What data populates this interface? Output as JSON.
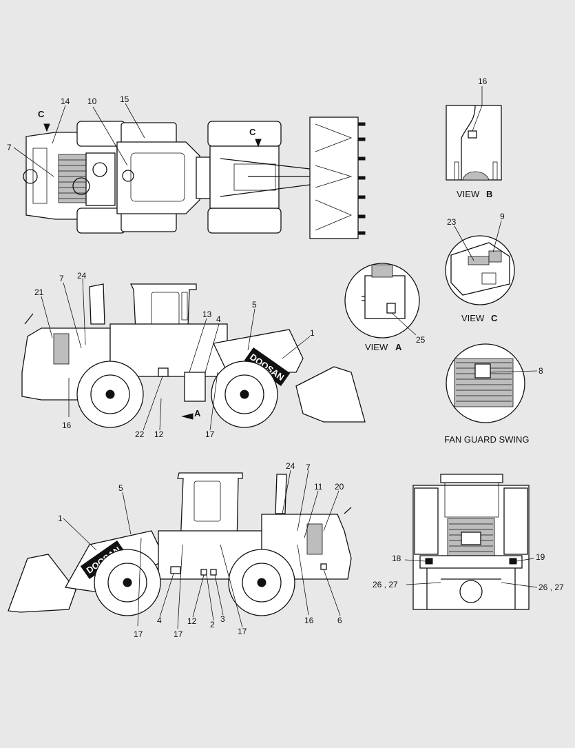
{
  "views": {
    "view_a": {
      "prefix": "VIEW",
      "letter": "A"
    },
    "view_b": {
      "prefix": "VIEW",
      "letter": "B"
    },
    "view_c": {
      "prefix": "VIEW",
      "letter": "C"
    },
    "fan_guard": {
      "caption": "FAN GUARD SWING"
    }
  },
  "marks": {
    "arrow_a": "A",
    "arrow_c_left": "C",
    "arrow_c_right": "C"
  },
  "brand": {
    "decal_text": "DOOSAN"
  },
  "callouts": {
    "top": {
      "c14": "14",
      "c10": "10",
      "c15": "15",
      "c7": "7"
    },
    "view_b": {
      "c16": "16"
    },
    "view_c": {
      "c23": "23",
      "c9": "9"
    },
    "view_a": {
      "c25": "25"
    },
    "fan": {
      "c8": "8"
    },
    "side_right": {
      "c7": "7",
      "c24": "24",
      "c21": "21",
      "c13": "13",
      "c4": "4",
      "c5": "5",
      "c1": "1",
      "c16": "16",
      "c22": "22",
      "c12": "12",
      "c17": "17"
    },
    "side_left": {
      "c24": "24",
      "c7": "7",
      "c11": "11",
      "c20": "20",
      "c5": "5",
      "c1": "1",
      "c17a": "17",
      "c4": "4",
      "c17b": "17",
      "c12": "12",
      "c2": "2",
      "c3": "3",
      "c17c": "17",
      "c16": "16",
      "c6": "6"
    },
    "rear": {
      "c18": "18",
      "c19": "19",
      "c2627_left": "26 , 27",
      "c2627_right": "26 , 27"
    }
  }
}
